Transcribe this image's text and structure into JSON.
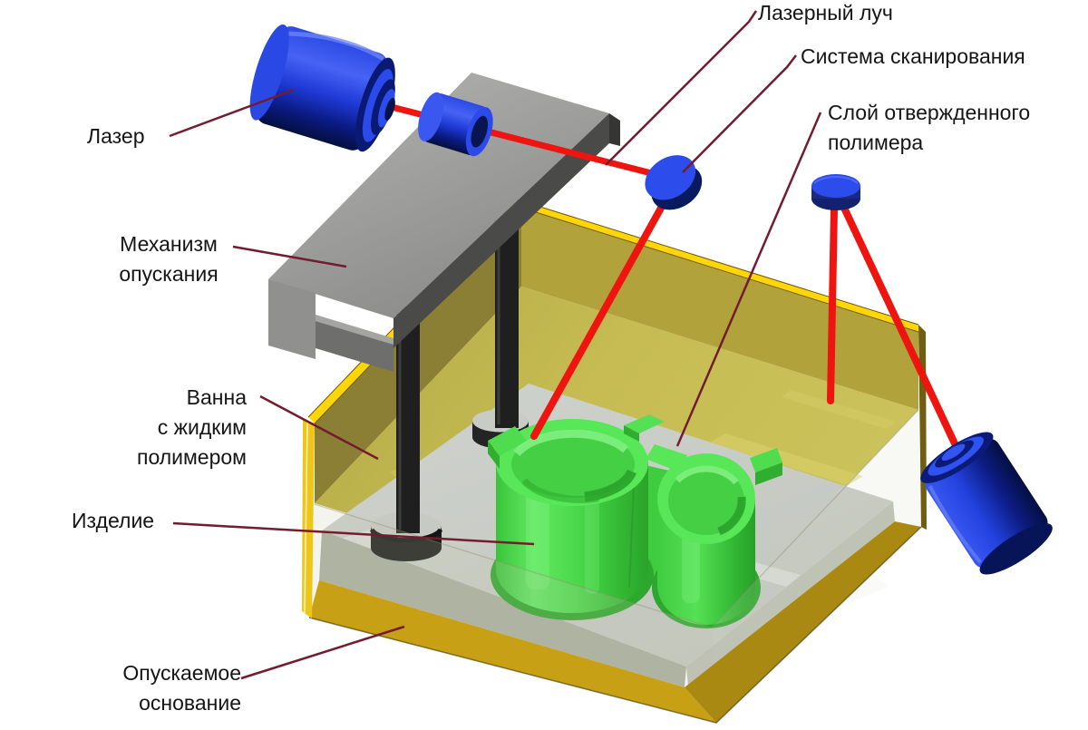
{
  "diagram": {
    "type": "process-scheme",
    "subject": "stereolithography-3d-printing",
    "labels": {
      "laser_beam": "Лазерный луч",
      "scanning_system": "Система сканирования",
      "cured_layer": "Слой отвержденного\nполимера",
      "laser": "Лазер",
      "mechanism": "Механизм\nопускания",
      "vat": "Ванна\nс жидким\nполимером",
      "product": "Изделие",
      "base": "Опускаемое\nоснование"
    },
    "colors": {
      "background": "#ffffff",
      "label_text": "#151515",
      "leader_line": "#731c30",
      "laser_beam_red": "#ee1410",
      "laser_body_blue": "#2b4aea",
      "vat_gold": "#c7a015",
      "vat_rim_yellow": "#ffd60a",
      "liquid_polymer_olive": "#c2b84e",
      "product_green": "#58e758",
      "platform_gray": "#c9cdc7",
      "mechanism_gray": "#9c9c9a",
      "rod_black": "#1f1f1f"
    },
    "components": [
      "laser",
      "collimating-lens",
      "scanning-mirror",
      "secondary-mirror",
      "secondary-laser",
      "laser-beams",
      "lowering-mechanism",
      "support-rods",
      "vat",
      "liquid-polymer",
      "lowered-base-platform",
      "cured-product"
    ]
  }
}
